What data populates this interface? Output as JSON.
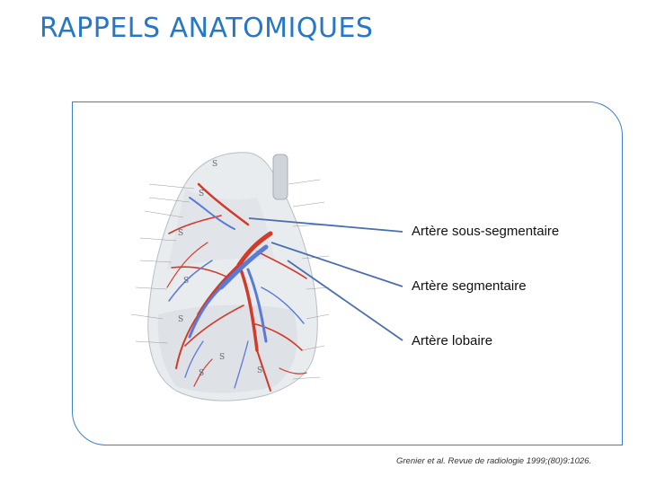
{
  "slide": {
    "title": "RAPPELS ANATOMIQUES",
    "citation": "Grenier et al. Revue de radiologie 1999;(80)9:1026."
  },
  "labels": [
    {
      "text": "Artère sous-segmentaire"
    },
    {
      "text": "Artère segmentaire"
    },
    {
      "text": "Artère lobaire"
    }
  ],
  "colors": {
    "title": "#2577c8",
    "frame": "#3a7fc8",
    "artery": "#d23a2a",
    "vein": "#5a7ad8",
    "pointer": "#4a6fb0"
  }
}
